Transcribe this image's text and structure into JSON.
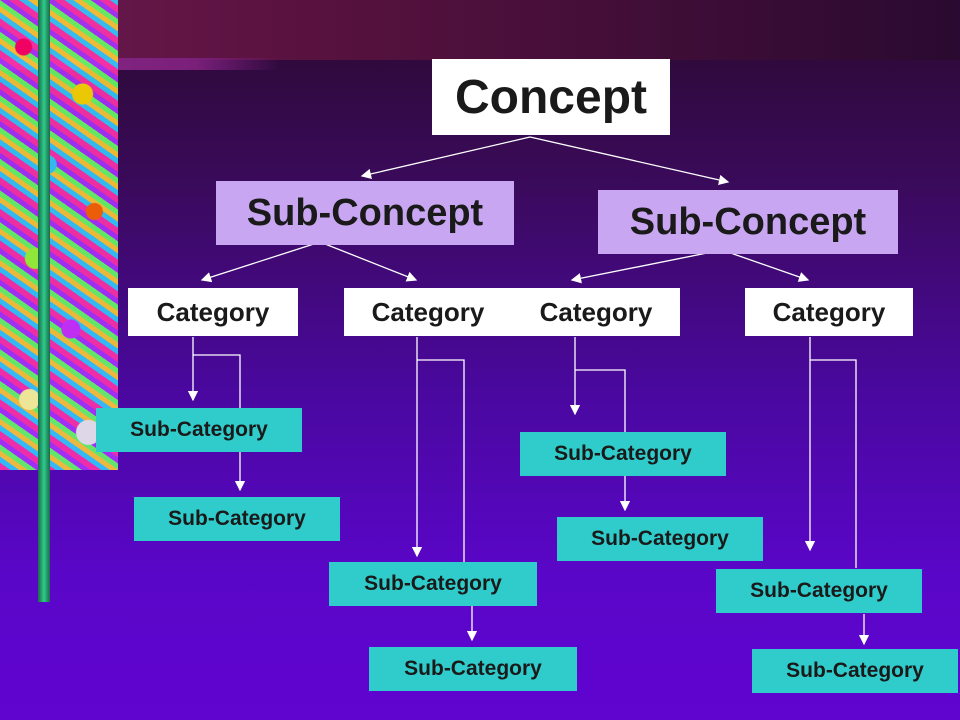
{
  "concept": "Concept",
  "sub_concepts": [
    "Sub-Concept",
    "Sub-Concept"
  ],
  "categories": [
    "Category",
    "Category",
    "Category",
    "Category"
  ],
  "sub_categories": [
    "Sub-Category",
    "Sub-Category",
    "Sub-Category",
    "Sub-Category",
    "Sub-Category",
    "Sub-Category",
    "Sub-Category",
    "Sub-Category"
  ],
  "colors": {
    "concept_box": "#ffffff",
    "sub_concept_box": "#c9a6f2",
    "category_box": "#ffffff",
    "sub_category_box": "#30cccc",
    "connector": "#ffffff"
  }
}
